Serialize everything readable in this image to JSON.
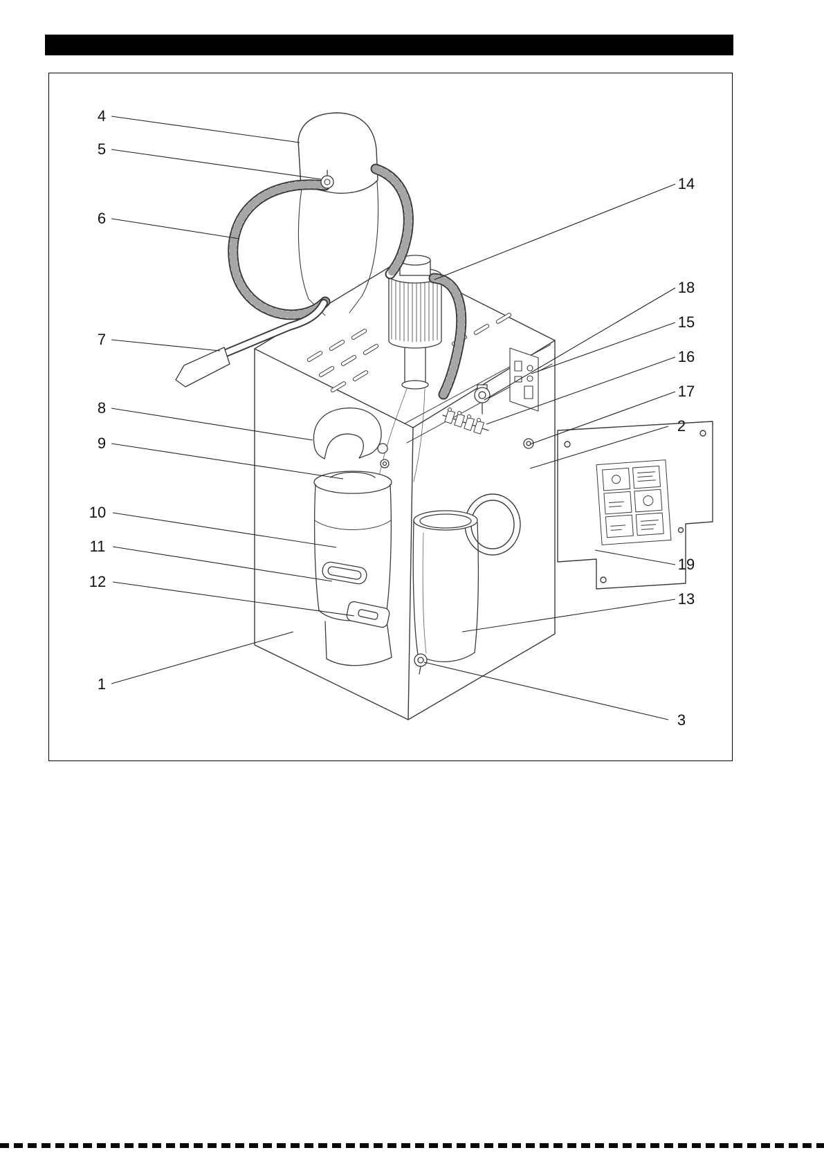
{
  "figure": {
    "description": "Exploded overview line drawing of a mobile dust extractor / vacuum unit with numbered part callouts",
    "callouts": {
      "c1": "1",
      "c2": "2",
      "c3": "3",
      "c4": "4",
      "c5": "5",
      "c6": "6",
      "c7": "7",
      "c8": "8",
      "c9": "9",
      "c10": "10",
      "c11": "11",
      "c12": "12",
      "c13": "13",
      "c14": "14",
      "c15": "15",
      "c16": "16",
      "c17": "17",
      "c18": "18",
      "c19": "19"
    }
  },
  "colors": {
    "header_bar": "#000000",
    "line_art": "#3a3a3a",
    "leader_line": "#222222",
    "frame_border": "#000000"
  }
}
